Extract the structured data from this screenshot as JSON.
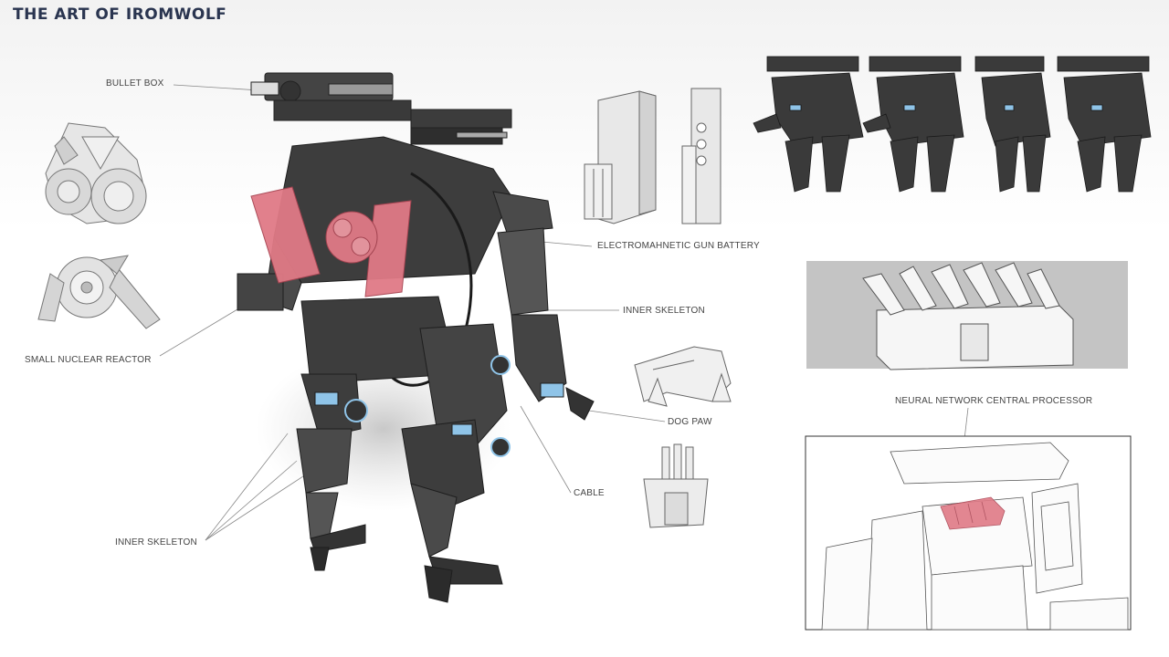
{
  "title": "THE ART OF IROMWOLF",
  "labels": {
    "bullet_box": "BULLET BOX",
    "small_nuclear_reactor": "SMALL NUCLEAR REACTOR",
    "inner_skeleton_left": "INNER SKELETON",
    "electromagnetic_gun_battery": "ELECTROMAHNETIC GUN BATTERY",
    "inner_skeleton_right": "INNER SKELETON",
    "dog_paw": "DOG PAW",
    "cable": "CABLE",
    "neural_network_central_processor": "NEURAL NETWORK CENTRAL PROCESSOR"
  },
  "colors": {
    "armor_dark": "#3a3a3a",
    "armor_mid": "#555555",
    "highlight_red": "#e07a86",
    "accent_blue": "#8fc4e8",
    "sketch_gray": "#cfcfcf",
    "panel_gray": "#c4c4c4",
    "title_color": "#2a3550"
  }
}
